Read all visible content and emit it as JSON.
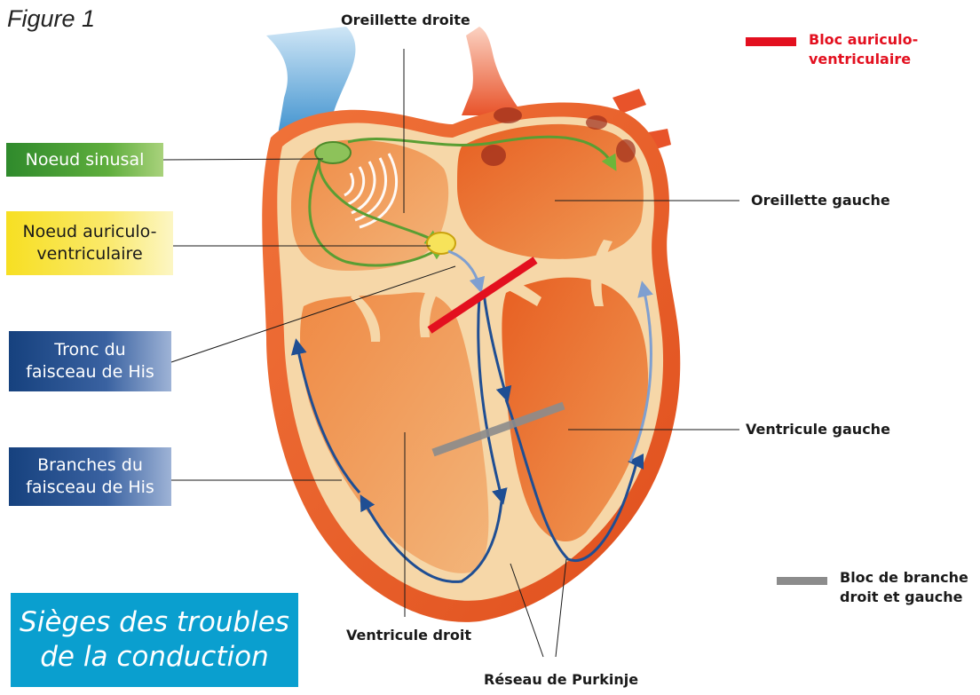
{
  "figure_title": "Figure 1",
  "labels": {
    "oreillette_droite": "Oreillette droite",
    "oreillette_gauche": "Oreillette gauche",
    "ventricule_gauche": "Ventricule gauche",
    "ventricule_droit": "Ventricule droit",
    "reseau_purkinje": "Réseau de Purkinje"
  },
  "boxes": {
    "noeud_sinusal": "Noeud sinusal",
    "noeud_av_line1": "Noeud auriculo-",
    "noeud_av_line2": "ventriculaire",
    "tronc_line1": "Tronc du",
    "tronc_line2": "faisceau de His",
    "branches_line1": "Branches du",
    "branches_line2": "faisceau de His",
    "title_line1": "Sièges des troubles",
    "title_line2": "de la conduction"
  },
  "legend": {
    "bloc_av_line1": "Bloc auriculo-",
    "bloc_av_line2": "ventriculaire",
    "bloc_branche_line1": "Bloc de branche",
    "bloc_branche_line2": "droit et gauche"
  },
  "colors": {
    "bloc_av": "#e3101f",
    "bloc_branche": "#8c8c8c",
    "sinus_path": "#5a9e33",
    "his_path": "#1f4e93",
    "heart_outer": "#e85a24",
    "heart_inner": "#f6d7a8",
    "vein_blue": "#2a86c9"
  }
}
